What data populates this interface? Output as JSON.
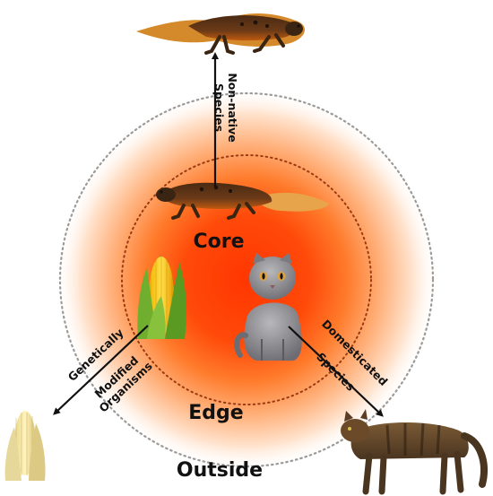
{
  "zones": {
    "core": "Core",
    "edge": "Edge",
    "outside": "Outside"
  },
  "arrows": {
    "non_native": [
      "Non-native",
      "Species"
    ],
    "gmo": [
      "Genetically",
      "Modified",
      "Organisms"
    ],
    "domesticated": [
      "Domesticated",
      "Species"
    ]
  },
  "colors": {
    "core_center": "#ff3a00",
    "core_mid": "#ff7a26",
    "halo": "#ffd9b8",
    "ring": "#9a9a9a",
    "arrow": "#111111"
  },
  "icons": {
    "newt_top": "newt-icon",
    "newt_core": "newt-icon",
    "corn_core": "corn-icon",
    "corn_outside": "pale-corn-icon",
    "cat_core": "gray-cat-icon",
    "cat_outside": "wildcat-icon"
  }
}
